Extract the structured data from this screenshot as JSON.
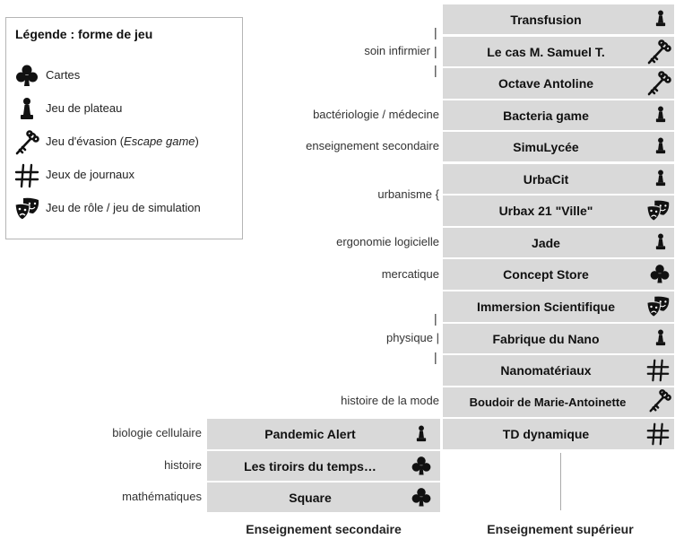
{
  "legend": {
    "title": "Légende : forme de jeu",
    "items": [
      {
        "label": "Cartes",
        "icon": "club-icon"
      },
      {
        "label": "Jeu de plateau",
        "icon": "pawn-icon"
      },
      {
        "label_prefix": "Jeu d'évasion (",
        "label_em": "Escape game",
        "label_suffix": ")",
        "icon": "key-icon"
      },
      {
        "label": "Jeux de journaux",
        "icon": "hash-icon"
      },
      {
        "label": "Jeu de rôle / jeu de simulation",
        "icon": "theater-masks-icon"
      }
    ]
  },
  "subjects": {
    "soin_infirmier": "soin infirmier",
    "bacteriologie": "bactériologie / médecine",
    "enseignement_secondaire": "enseignement secondaire",
    "urbanisme": "urbanisme {",
    "ergonomie": "ergonomie logicielle",
    "mercatique": "mercatique",
    "physique": "physique |",
    "histoire_mode": "histoire de la mode",
    "biologie": "biologie cellulaire",
    "histoire": "histoire",
    "mathematiques": "mathématiques",
    "bar_char": "|"
  },
  "games_superieur": [
    {
      "name": "Transfusion",
      "icon": "pawn-icon"
    },
    {
      "name": "Le cas M. Samuel T.",
      "icon": "key-icon"
    },
    {
      "name": "Octave Antoline",
      "icon": "key-icon"
    },
    {
      "name": "Bacteria game",
      "icon": "pawn-icon"
    },
    {
      "name": "SimuLycée",
      "icon": "pawn-icon"
    },
    {
      "name": "UrbaCit",
      "icon": "pawn-icon"
    },
    {
      "name": "Urbax 21 \"Ville\"",
      "icon": "theater-masks-icon"
    },
    {
      "name": "Jade",
      "icon": "pawn-icon"
    },
    {
      "name": "Concept Store",
      "icon": "club-icon"
    },
    {
      "name": "Immersion Scientifique",
      "icon": "theater-masks-icon"
    },
    {
      "name": "Fabrique du Nano",
      "icon": "pawn-icon"
    },
    {
      "name": "Nanomatériaux",
      "icon": "hash-icon"
    },
    {
      "name": "Boudoir de Marie-Antoinette",
      "icon": "key-icon"
    },
    {
      "name": "TD dynamique",
      "icon": "hash-icon"
    }
  ],
  "games_secondaire": [
    {
      "name": "Pandemic Alert",
      "icon": "pawn-icon"
    },
    {
      "name": "Les tiroirs du temps…",
      "icon": "club-icon"
    },
    {
      "name": "Square",
      "icon": "club-icon"
    }
  ],
  "levels": {
    "secondaire": "Enseignement secondaire",
    "superieur": "Enseignement supérieur"
  }
}
